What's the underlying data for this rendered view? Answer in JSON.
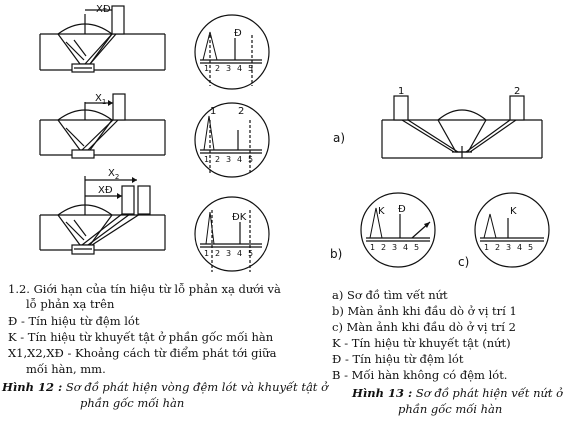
{
  "fig12": {
    "labels": {
      "xd": "XĐ",
      "x1": "X",
      "x1_sub": "1",
      "x2": "X",
      "x2_sub": "2",
      "xd3": "XĐ",
      "probe1": "1",
      "probe2": "2",
      "d": "Đ",
      "dk": "ĐK"
    },
    "scale": [
      "1",
      "2",
      "3",
      "4",
      "5"
    ],
    "legend": {
      "l1a": "1.2. Giới hạn của tín hiệu từ lỗ phản xạ dưới và",
      "l1b": "lỗ phản xạ trên",
      "l2": "Đ - Tín hiệu từ đệm lót",
      "l3": "K - Tín hiệu từ khuyết tật ở phần gốc mối hàn",
      "l4": "X1,X2,XĐ - Khoảng cách từ điểm phát tới giữa",
      "l4b": "mối hàn, mm."
    },
    "caption": {
      "bold": "Hình 12 :",
      "rest": " Sơ đồ phát hiện vòng đệm lót và khuyết tật ở",
      "line2": "phần gốc mối hàn"
    }
  },
  "fig13": {
    "labels": {
      "a": "a)",
      "b": "b)",
      "c": "c)",
      "probe1": "1",
      "probe2": "2",
      "k": "K",
      "d": "Đ",
      "k2": "K"
    },
    "scale_b": [
      "1",
      "2",
      "3",
      "4",
      "5"
    ],
    "scale_c": [
      "1",
      "2",
      "3",
      "4",
      "5"
    ],
    "legend": {
      "l1": "a) Sơ đồ tìm vết nứt",
      "l2": "b) Màn ảnh khi đầu dò ở vị trí 1",
      "l3": "c) Màn ảnh khi đầu dò ở vị trí 2",
      "l4": "K - Tín hiệu từ khuyết tật (nứt)",
      "l5": "Đ - Tín hiệu từ đệm lót",
      "l6": "B - Mối hàn không có đệm lót."
    },
    "caption": {
      "bold": "Hình 13 :",
      "rest": " Sơ đồ phát hiện vết nứt ở",
      "line2": "phần gốc mối hàn"
    }
  }
}
